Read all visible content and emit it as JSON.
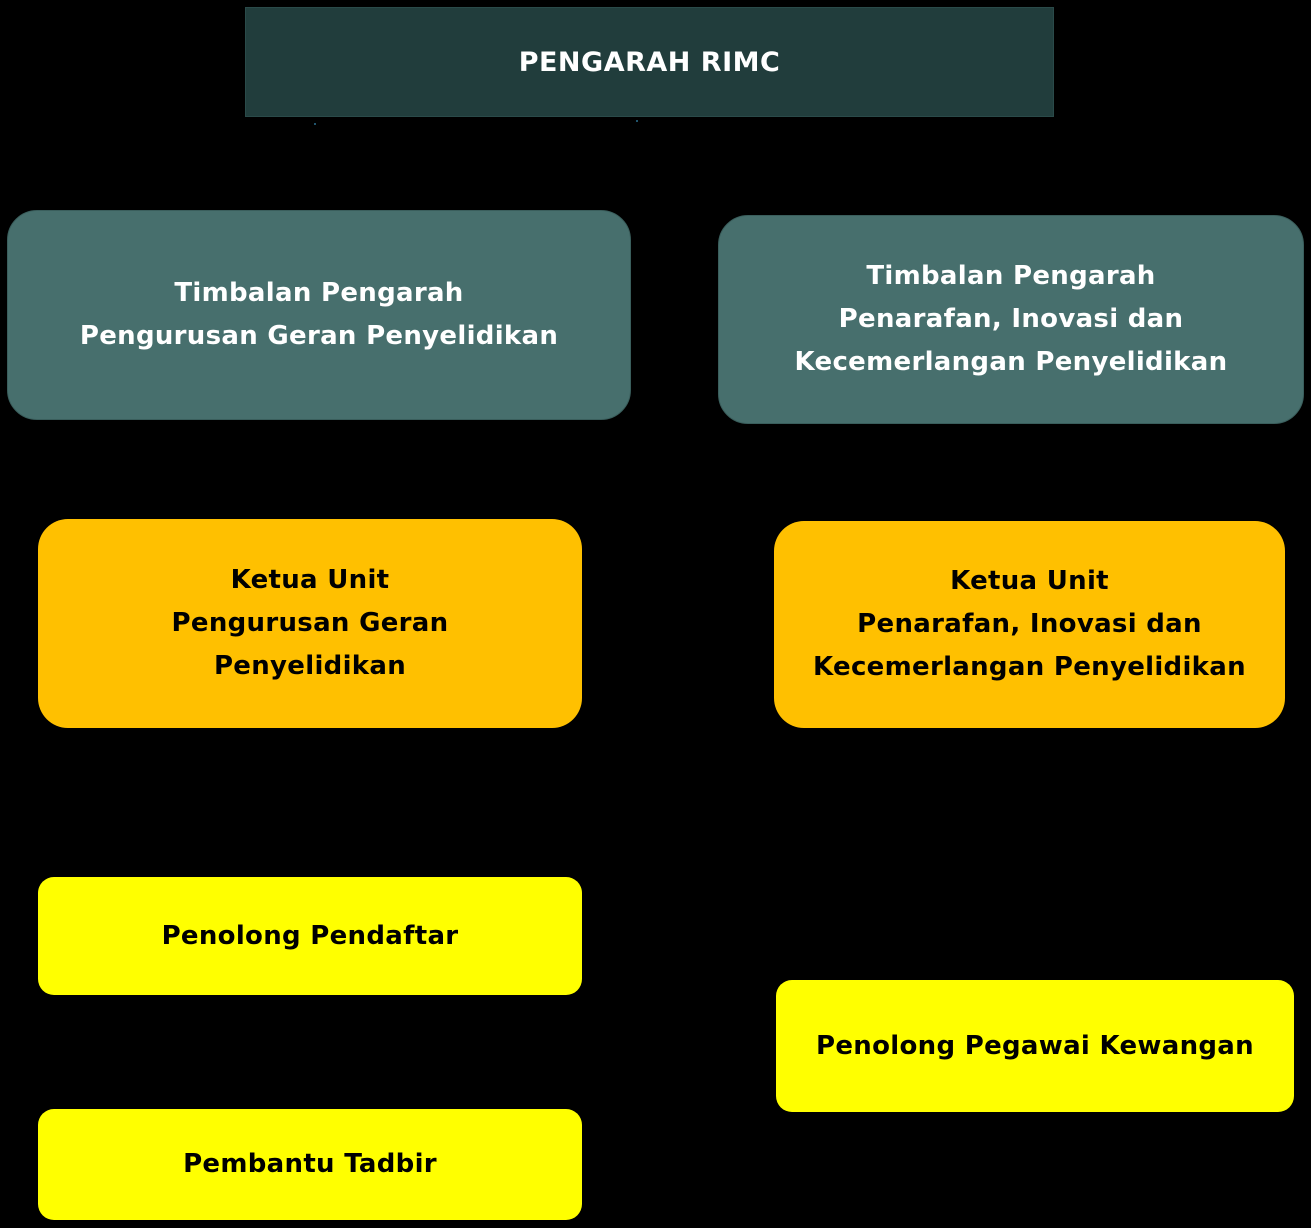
{
  "colors": {
    "background": "#000000",
    "director_fill": "#213d3c",
    "deputy_fill": "#476f6d",
    "unit_head_fill": "#ffc000",
    "staff_fill": "#ffff00",
    "light_text": "#ffffff",
    "dark_text": "#000000"
  },
  "director": {
    "title": "PENGARAH RIMC"
  },
  "deputies": [
    {
      "lines": [
        "Timbalan Pengarah",
        "Pengurusan Geran Penyelidikan"
      ]
    },
    {
      "lines": [
        "Timbalan Pengarah",
        "Penarafan, Inovasi dan",
        "Kecemerlangan Penyelidikan"
      ]
    }
  ],
  "unit_heads": [
    {
      "lines": [
        "Ketua Unit",
        "Pengurusan Geran",
        "Penyelidikan"
      ]
    },
    {
      "lines": [
        "Ketua Unit",
        "Penarafan, Inovasi dan",
        "Kecemerlangan Penyelidikan"
      ]
    }
  ],
  "staff": {
    "left": [
      {
        "label": "Penolong Pendaftar"
      },
      {
        "label": "Pembantu Tadbir"
      }
    ],
    "right": [
      {
        "label": "Penolong Pegawai Kewangan"
      }
    ]
  }
}
